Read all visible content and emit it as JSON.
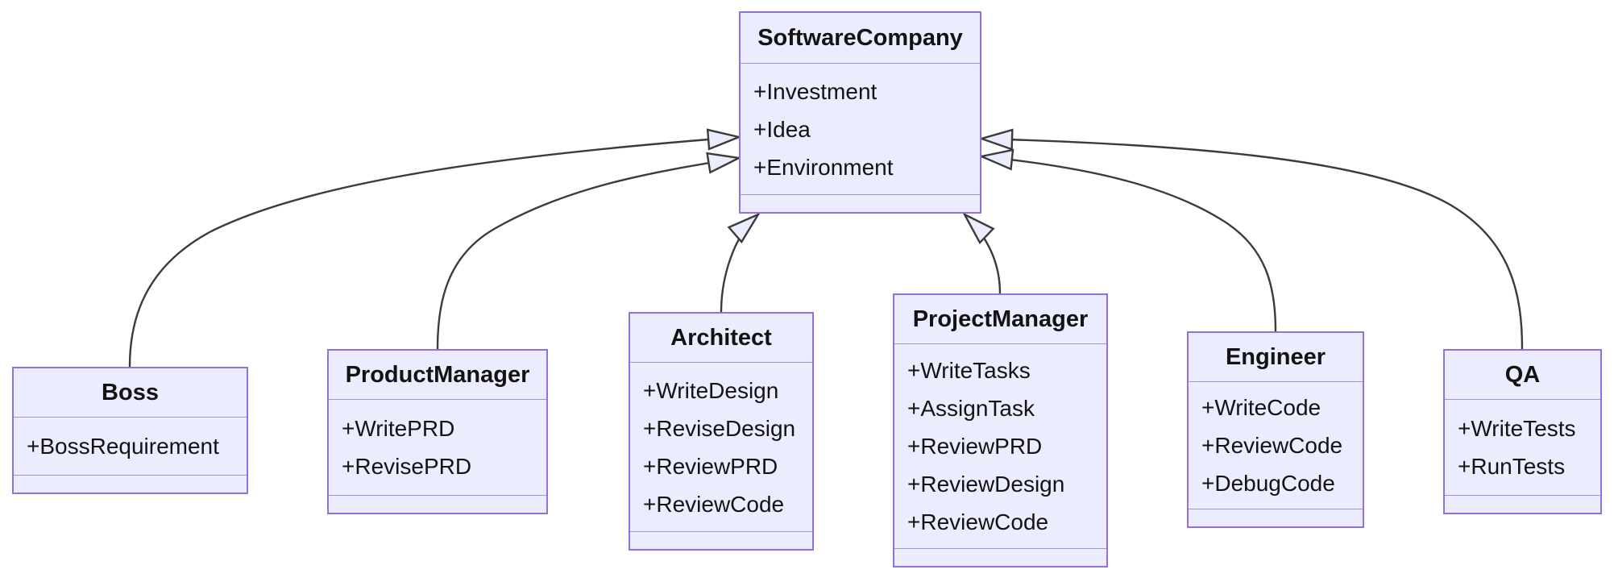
{
  "diagram": {
    "kind": "uml-class-diagram",
    "relation_type": "inheritance",
    "colors": {
      "background": "#ffffff",
      "node_fill": "#ECECFF",
      "node_border": "#9370DB",
      "divider": "#a98fdb",
      "text": "#131313",
      "edge": "#3b3b3b",
      "arrowhead_fill": "#ECECFF"
    }
  },
  "classes": [
    {
      "id": "software-company",
      "name": "SoftwareCompany",
      "attributes": [
        "+Investment",
        "+Idea",
        "+Environment"
      ]
    },
    {
      "id": "boss",
      "name": "Boss",
      "attributes": [
        "+BossRequirement"
      ]
    },
    {
      "id": "product-manager",
      "name": "ProductManager",
      "attributes": [
        "+WritePRD",
        "+RevisePRD"
      ]
    },
    {
      "id": "architect",
      "name": "Architect",
      "attributes": [
        "+WriteDesign",
        "+ReviseDesign",
        "+ReviewPRD",
        "+ReviewCode"
      ]
    },
    {
      "id": "project-manager",
      "name": "ProjectManager",
      "attributes": [
        "+WriteTasks",
        "+AssignTask",
        "+ReviewPRD",
        "+ReviewDesign",
        "+ReviewCode"
      ]
    },
    {
      "id": "engineer",
      "name": "Engineer",
      "attributes": [
        "+WriteCode",
        "+ReviewCode",
        "+DebugCode"
      ]
    },
    {
      "id": "qa",
      "name": "QA",
      "attributes": [
        "+WriteTests",
        "+RunTests"
      ]
    }
  ],
  "edges": [
    {
      "from": "Boss",
      "to": "SoftwareCompany",
      "type": "inheritance"
    },
    {
      "from": "ProductManager",
      "to": "SoftwareCompany",
      "type": "inheritance"
    },
    {
      "from": "Architect",
      "to": "SoftwareCompany",
      "type": "inheritance"
    },
    {
      "from": "ProjectManager",
      "to": "SoftwareCompany",
      "type": "inheritance"
    },
    {
      "from": "Engineer",
      "to": "SoftwareCompany",
      "type": "inheritance"
    },
    {
      "from": "QA",
      "to": "SoftwareCompany",
      "type": "inheritance"
    }
  ]
}
